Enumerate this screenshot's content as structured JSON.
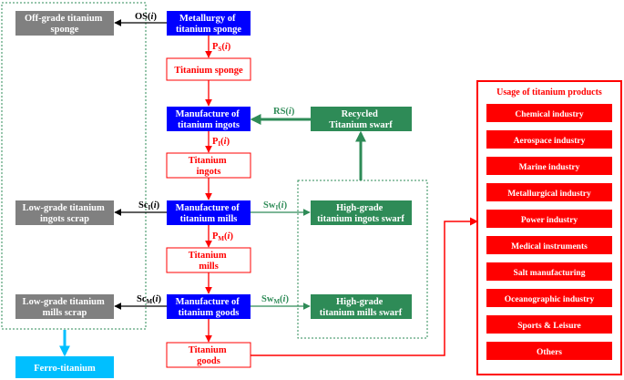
{
  "colors": {
    "primary_process": "#0000ff",
    "product": "#ff0000",
    "scrap": "#808080",
    "swarf": "#2e8b57",
    "ferro": "#00bfff",
    "flow_arrow": "#ff0000",
    "scrap_arrow": "#000000",
    "swarf_arrow": "#2e8b57"
  },
  "nodes": {
    "metallurgy": [
      "Metallurgy of",
      "titanium sponge"
    ],
    "sponge": [
      "Titanium sponge"
    ],
    "ingots_mfg": [
      "Manufacture of",
      "titanium ingots"
    ],
    "ingots": [
      "Titanium",
      "ingots"
    ],
    "mills_mfg": [
      "Manufacture of",
      "titanium mills"
    ],
    "mills": [
      "Titanium",
      "mills"
    ],
    "goods_mfg": [
      "Manufacture of",
      "titanium goods"
    ],
    "goods": [
      "Titanium",
      "goods"
    ],
    "offgrade": [
      "Off-grade titanium",
      "sponge"
    ],
    "lowgrade_ingots": [
      "Low-grade titanium",
      "ingots scrap"
    ],
    "lowgrade_mills": [
      "Low-grade titanium",
      "mills scrap"
    ],
    "ferro": [
      "Ferro-titanium"
    ],
    "recycled": [
      "Recycled",
      "Titanium swarf"
    ],
    "hg_ingots_swarf": [
      "High-grade",
      "titanium ingots swarf"
    ],
    "hg_mills_swarf": [
      "High-grade",
      "titanium mills swarf"
    ]
  },
  "flows": {
    "os": {
      "main": "OS(",
      "sub": "",
      "arg": "i",
      "close": ")"
    },
    "ps": {
      "main": "P",
      "sub": "S",
      "open": "(",
      "arg": "i",
      "close": ")"
    },
    "pi": {
      "main": "P",
      "sub": "I",
      "open": "(",
      "arg": "i",
      "close": ")"
    },
    "pm": {
      "main": "P",
      "sub": "M",
      "open": "(",
      "arg": "i",
      "close": ")"
    },
    "sci": {
      "main": "Sc",
      "sub": "I",
      "open": "(",
      "arg": "i",
      "close": ")"
    },
    "scm": {
      "main": "Sc",
      "sub": "M",
      "open": "(",
      "arg": "i",
      "close": ")"
    },
    "rs": {
      "main": "RS(",
      "sub": "",
      "arg": "i",
      "close": ")"
    },
    "swi": {
      "main": "Sw",
      "sub": "I",
      "open": "(",
      "arg": "i",
      "close": ")"
    },
    "swm": {
      "main": "Sw",
      "sub": "M",
      "open": "(",
      "arg": "i",
      "close": ")"
    }
  },
  "usage_panel": {
    "title": "Usage of titanium products",
    "items": [
      "Chemical industry",
      "Aerospace industry",
      "Marine industry",
      "Metallurgical industry",
      "Power industry",
      "Medical instruments",
      "Salt manufacturing",
      "Oceanographic industry",
      "Sports & Leisure",
      "Others"
    ]
  }
}
